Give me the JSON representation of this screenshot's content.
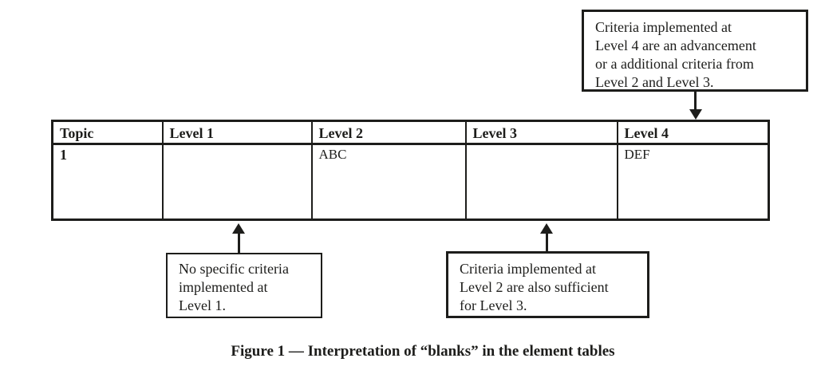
{
  "figure": {
    "caption": "Figure 1 — Interpretation of “blanks” in the element tables"
  },
  "table": {
    "headers": [
      "Topic",
      "Level 1",
      "Level 2",
      "Level 3",
      "Level 4"
    ],
    "rows": [
      [
        "1",
        "",
        "ABC",
        "",
        "DEF"
      ]
    ]
  },
  "callouts": {
    "level4": {
      "text": "Criteria implemented at Level 4 are an advancement or a additional criteria from Level 2 and Level 3.",
      "lines": [
        "Criteria implemented at",
        "Level 4 are an advancement",
        "or a additional criteria from",
        "Level 2 and Level 3."
      ]
    },
    "level1": {
      "text": "No specific criteria implemented at Level 1.",
      "lines": [
        "No specific criteria",
        "implemented at",
        "Level 1."
      ]
    },
    "level3": {
      "text": "Criteria implemented at Level 2 are also sufficient for Level 3.",
      "lines": [
        "Criteria implemented at",
        "Level 2 are also sufficient",
        "for Level 3."
      ]
    }
  },
  "colors": {
    "ink": "#1d1d1b",
    "background": "#ffffff"
  }
}
